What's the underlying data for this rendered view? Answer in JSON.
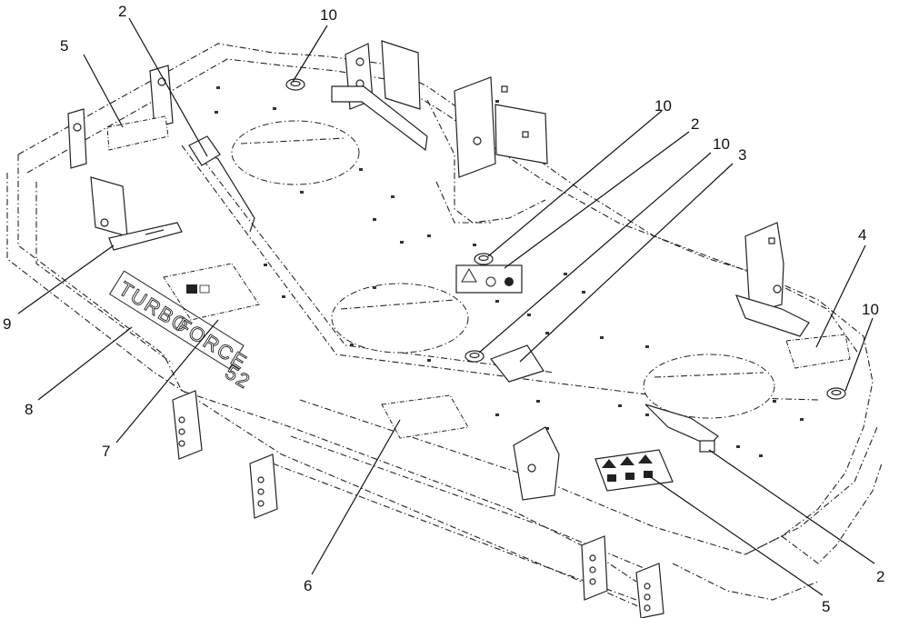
{
  "callouts": [
    {
      "id": "c-2-a",
      "label": "2"
    },
    {
      "id": "c-10-a",
      "label": "10"
    },
    {
      "id": "c-5-a",
      "label": "5"
    },
    {
      "id": "c-10-b",
      "label": "10"
    },
    {
      "id": "c-2-b",
      "label": "2"
    },
    {
      "id": "c-10-c",
      "label": "10"
    },
    {
      "id": "c-3",
      "label": "3"
    },
    {
      "id": "c-4",
      "label": "4"
    },
    {
      "id": "c-10-d",
      "label": "10"
    },
    {
      "id": "c-9",
      "label": "9"
    },
    {
      "id": "c-8",
      "label": "8"
    },
    {
      "id": "c-7",
      "label": "7"
    },
    {
      "id": "c-6",
      "label": "6"
    },
    {
      "id": "c-2-c",
      "label": "2"
    },
    {
      "id": "c-5-b",
      "label": "5"
    }
  ],
  "deck_text": {
    "brand_line1": "TURBO",
    "brand_line2": "FORCE",
    "size": "52"
  }
}
